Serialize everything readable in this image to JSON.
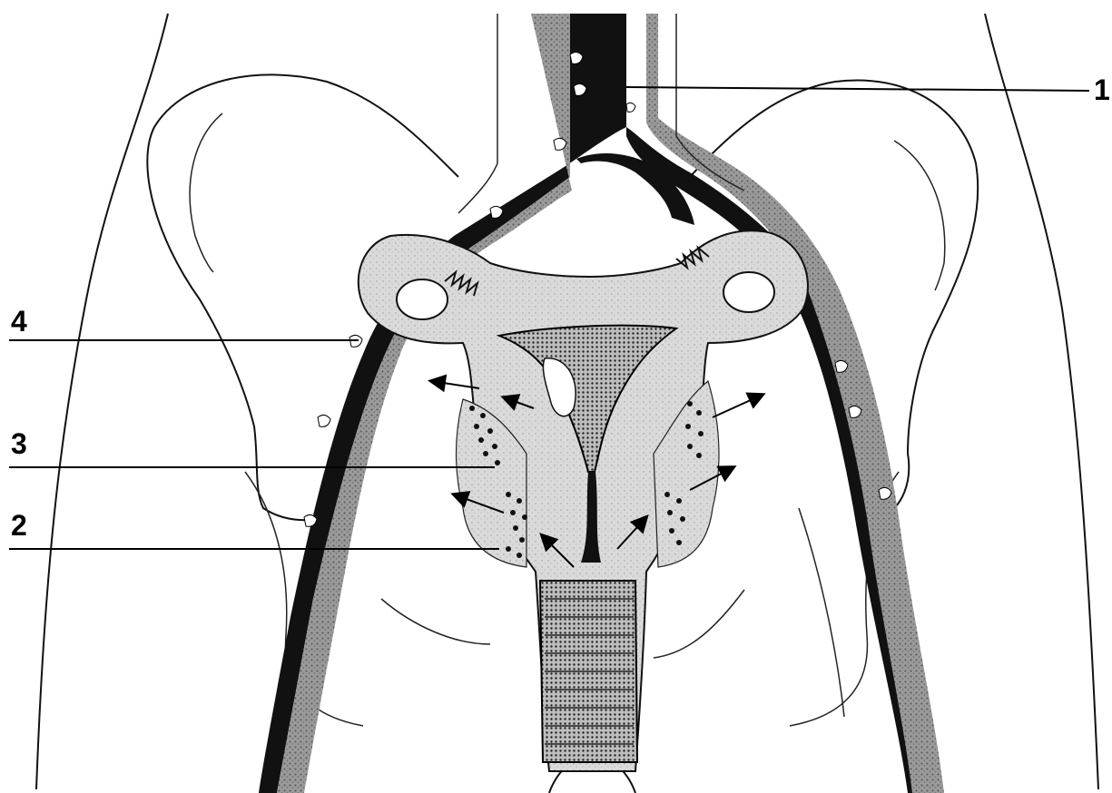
{
  "callouts": [
    {
      "id": "1",
      "label": "1"
    },
    {
      "id": "2",
      "label": "2"
    },
    {
      "id": "3",
      "label": "3"
    },
    {
      "id": "4",
      "label": "4"
    }
  ],
  "colors": {
    "ink": "#000000",
    "stipple": "#8a8a8a",
    "tissue": "#d4d4d4",
    "background": "#ffffff"
  }
}
